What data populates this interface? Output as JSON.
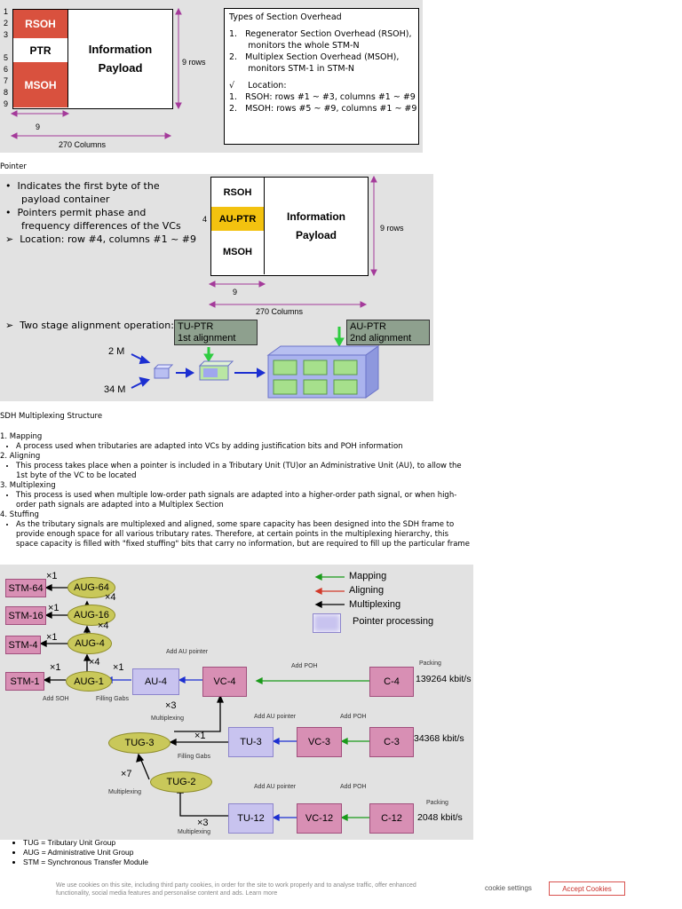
{
  "fig1": {
    "rows": [
      "1",
      "2",
      "3",
      "",
      "5",
      "6",
      "7",
      "8",
      "9"
    ],
    "rsoh": "RSOH",
    "ptr": "PTR",
    "msoh": "MSOH",
    "payload_l1": "Information",
    "payload_l2": "Payload",
    "nine_rows": "9 rows",
    "nine": "9",
    "cols": "270 Columns",
    "info_title": "Types of Section Overhead",
    "info_items": [
      "1.   Regenerator Section Overhead (RSOH),",
      "       monitors the whole STM-N",
      "2.   Multiplex Section Overhead (MSOH),",
      "       monitors STM-1 in STM-N",
      "√     Location:",
      "1.   RSOH: rows #1 ~ #3, columns #1 ~ #9",
      "2.   MSOH: rows #5 ~ #9, columns #1 ~ #9"
    ]
  },
  "pointer_heading": "Pointer",
  "fig2": {
    "bullet1_l1": "Indicates the first byte of the",
    "bullet1_l2": "payload container",
    "bullet2_l1": "Pointers permit phase and",
    "bullet2_l2": "frequency  differences of the VCs",
    "bullet3": "Location: row #4, columns #1 ~ #9",
    "row4": "4",
    "rsoh": "RSOH",
    "auptr": "AU-PTR",
    "msoh": "MSOH",
    "payload_l1": "Information",
    "payload_l2": "Payload",
    "nine_rows": "9 rows",
    "nine": "9",
    "cols": "270 Columns",
    "two_stage": "Two stage alignment operation:",
    "tuptr_l1": "TU-PTR",
    "tuptr_l2": "1st alignment",
    "auptr_l1": "AU-PTR",
    "auptr_l2": "2nd alignment",
    "m2": "2 M",
    "m34": "34 M"
  },
  "sdh_heading": "SDH Multiplexing Structure",
  "steps": [
    {
      "title": "1. Mapping",
      "body": "A process used when tributaries are adapted into VCs by adding justification bits and POH information"
    },
    {
      "title": "2. Aligning",
      "body": "This process takes place when a pointer is included in a Tributary Unit (TU)or an Administrative Unit (AU), to allow the 1st byte of the VC to be located"
    },
    {
      "title": "3. Multiplexing",
      "body": "This process is used when multiple low-order path signals are adapted into a higher-order path signal, or when high-order path signals are adapted into a Multiplex Section"
    },
    {
      "title": "4. Stuffing",
      "body": "As the tributary signals are multiplexed and aligned, some spare capacity has been designed into the SDH frame to provide enough space for all various tributary rates. Therefore, at certain points in the multiplexing hierarchy, this space capacity is filled with \"fixed stuffing\" bits that carry no information, but are required to fill up the particular frame"
    }
  ],
  "fig3": {
    "stm64": "STM-64",
    "stm16": "STM-16",
    "stm4": "STM-4",
    "stm1": "STM-1",
    "aug64": "AUG-64",
    "aug16": "AUG-16",
    "aug4": "AUG-4",
    "aug1": "AUG-1",
    "au4": "AU-4",
    "vc4": "VC-4",
    "c4": "C-4",
    "tug3": "TUG-3",
    "tu3": "TU-3",
    "vc3": "VC-3",
    "c3": "C-3",
    "tug2": "TUG-2",
    "tu12": "TU-12",
    "vc12": "VC-12",
    "c12": "C-12",
    "x1": "×1",
    "x3": "×3",
    "x4": "×4",
    "x7": "×7",
    "legend_mapping": "Mapping",
    "legend_aligning": "Aligning",
    "legend_multiplexing": "Multiplexing",
    "legend_pointer": "Pointer processing",
    "add_au_pointer": "Add AU pointer",
    "add_poh": "Add POH",
    "packing": "Packing",
    "add_soh": "Add SOH",
    "filling_gabs": "Filling Gabs",
    "multiplexing": "Multiplexing",
    "rate_c4": "139264 kbit/s",
    "rate_c3": "34368 kbit/s",
    "rate_c12": "2048 kbit/s",
    "colors": {
      "mapping": "#1a9a1a",
      "aligning": "#d23a2a",
      "multiplexing": "#000000"
    }
  },
  "glossary": [
    "TUG = Tributary Unit Group",
    "AUG = Administrative Unit Group",
    "STM = Synchronous Transfer Module"
  ],
  "cookie": {
    "text": "We use cookies on this site, including third party cookies, in order for the site to work properly and to analyse traffic, offer enhanced functionality, social media features and personalise content and ads. Learn more",
    "settings": "cookie settings",
    "accept": "Accept Cookies"
  }
}
